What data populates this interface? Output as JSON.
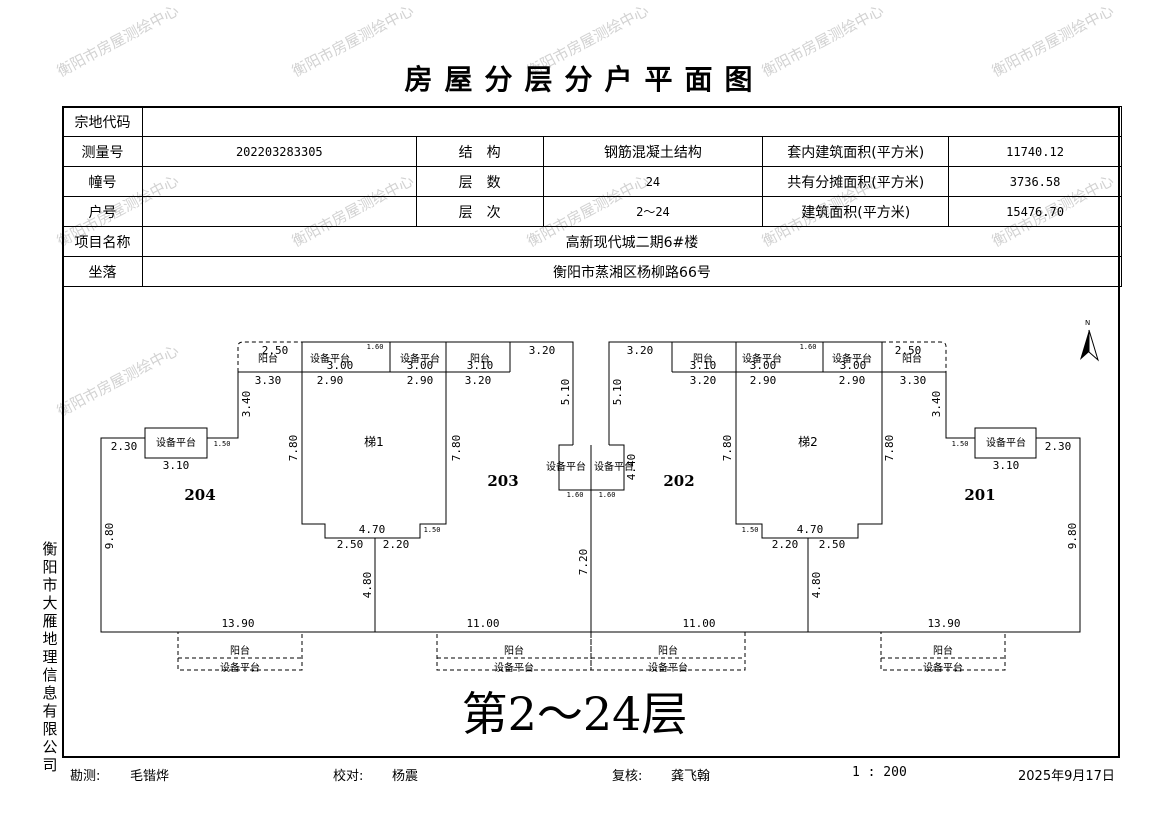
{
  "title": "房屋分层分户平面图",
  "watermark": "衡阳市房屋测绘中心",
  "info": {
    "zongdi_label": "宗地代码",
    "zongdi_value": "",
    "cl_label": "测量号",
    "cl_value": "202203283305",
    "jg_label": "结　构",
    "jg_value": "钢筋混凝土结构",
    "tn_label": "套内建筑面积(平方米)",
    "tn_value": "11740.12",
    "zh_label": "幢号",
    "zh_value": "",
    "cs_label": "层　数",
    "cs_value": "24",
    "gy_label": "共有分摊面积(平方米)",
    "gy_value": "3736.58",
    "hh_label": "户号",
    "hh_value": "",
    "cc_label": "层　次",
    "cc_value": "2～24",
    "jz_label": "建筑面积(平方米)",
    "jz_value": "15476.70",
    "xm_label": "项目名称",
    "xm_value": "高新现代城二期6#楼",
    "zl_label": "坐落",
    "zl_value": "衡阳市蒸湘区杨柳路66号"
  },
  "company": "衡阳市大雁地理信息有限公司",
  "footer": {
    "kc_label": "勘测:",
    "kc_name": "毛锴烨",
    "jd_label": "校对:",
    "jd_name": "杨震",
    "fh_label": "复核:",
    "fh_name": "龚飞翰",
    "scale": "1 : 200",
    "date": "2025年9月17日"
  },
  "plan": {
    "floor_label": "第2～24层",
    "north": "N",
    "units": [
      "204",
      "203",
      "202",
      "201"
    ],
    "stairs": [
      "梯1",
      "梯2"
    ],
    "balcony": "阳台",
    "platform": "设备平台",
    "dims": {
      "d2_50": "2.50",
      "d3_30": "3.30",
      "d2_90": "2.90",
      "d3_00": "3.00",
      "d3_10": "3.10",
      "d3_20": "3.20",
      "d3_40": "3.40",
      "d5_10": "5.10",
      "d7_80": "7.80",
      "d2_30": "2.30",
      "d9_80": "9.80",
      "d4_70": "4.70",
      "d2_20": "2.20",
      "d4_80": "4.80",
      "d7_20": "7.20",
      "d13_90": "13.90",
      "d11_00": "11.00",
      "d1_50": "1.50",
      "d1_60": "1.60",
      "d4_40": "4.40"
    }
  },
  "colors": {
    "line": "#000000",
    "watermark": "#d2d2d2"
  }
}
